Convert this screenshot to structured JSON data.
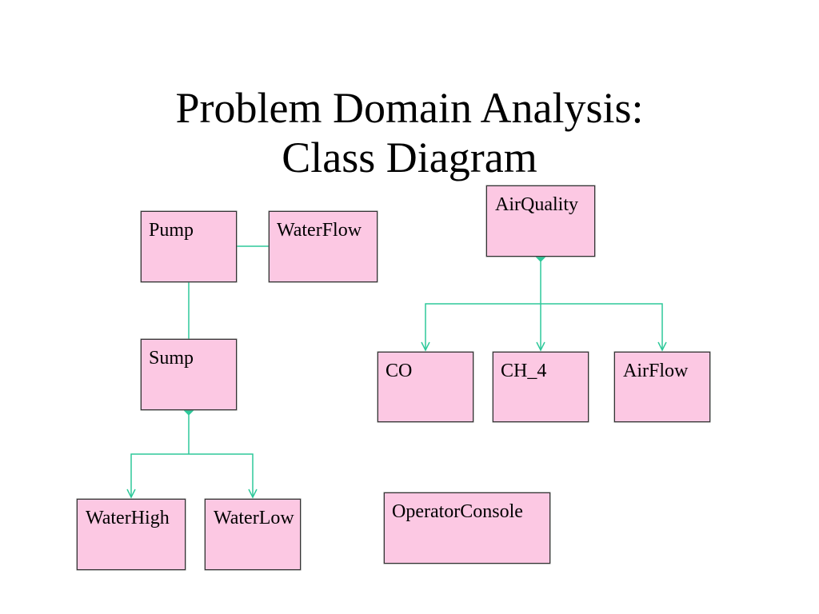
{
  "slide": {
    "title_line1": "Problem Domain Analysis:",
    "title_line2": "Class Diagram"
  },
  "colors": {
    "class_fill": "#fcc8e3",
    "class_border": "#333333",
    "connector": "#2ec99a"
  },
  "classes": {
    "pump": "Pump",
    "water_flow": "WaterFlow",
    "sump": "Sump",
    "water_high": "WaterHigh",
    "water_low": "WaterLow",
    "air_quality": "AirQuality",
    "co": "CO",
    "ch4": "CH_4",
    "air_flow": "AirFlow",
    "operator_console": "OperatorConsole"
  },
  "relationships": [
    {
      "from": "pump",
      "to": "water_flow",
      "kind": "association"
    },
    {
      "from": "pump",
      "to": "sump",
      "kind": "association"
    },
    {
      "from": "sump",
      "to": "water_high",
      "kind": "composition"
    },
    {
      "from": "sump",
      "to": "water_low",
      "kind": "composition"
    },
    {
      "from": "air_quality",
      "to": "co",
      "kind": "composition"
    },
    {
      "from": "air_quality",
      "to": "ch4",
      "kind": "composition"
    },
    {
      "from": "air_quality",
      "to": "air_flow",
      "kind": "composition"
    }
  ]
}
